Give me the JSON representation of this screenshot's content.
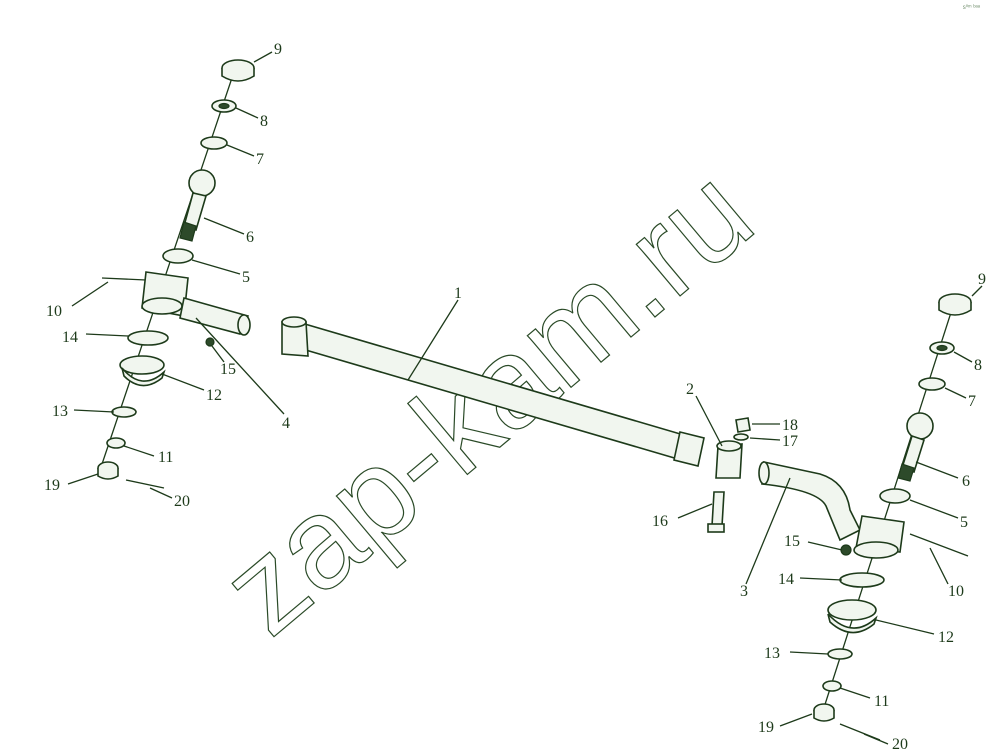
{
  "watermark": "zap-kam.ru",
  "corner_mark": "s⁰ᵐ ᵇᵃᵃ",
  "callouts": {
    "left": {
      "p9": "9",
      "p8": "8",
      "p7": "7",
      "p6": "6",
      "p5": "5",
      "p10": "10",
      "p14": "14",
      "p15": "15",
      "p12": "12",
      "p4": "4",
      "p13": "13",
      "p11": "11",
      "p19": "19",
      "p20": "20"
    },
    "center": {
      "p1": "1",
      "p2": "2",
      "p18": "18",
      "p17": "17",
      "p16": "16",
      "p3": "3"
    },
    "right": {
      "p9": "9",
      "p8": "8",
      "p7": "7",
      "p6": "6",
      "p5": "5",
      "p15": "15",
      "p10": "10",
      "p14": "14",
      "p12": "12",
      "p13": "13",
      "p11": "11",
      "p19": "19",
      "p20": "20"
    }
  },
  "colors": {
    "ink": "#1d3a1a",
    "fill": "#f1f6ef",
    "background": "#ffffff"
  }
}
